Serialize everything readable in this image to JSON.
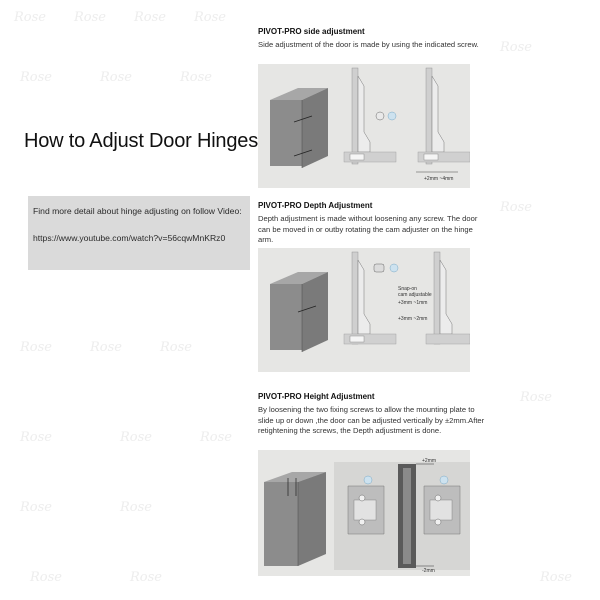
{
  "watermark_text": "Rose",
  "main_title": "How to Adjust Door Hinges?",
  "video_info": {
    "prompt": "Find more detail about hinge adjusting on follow Video:",
    "url": "https://www.youtube.com/watch?v=56cqwMnKRz0"
  },
  "sections": [
    {
      "heading": "PIVOT-PRO side adjustment",
      "description": "Side adjustment of the door is made by using the indicated screw.",
      "labels": [
        "+2mm ~4mm"
      ]
    },
    {
      "heading": "PIVOT-PRO Depth Adjustment",
      "description": "Depth adjustment is made without loosening any screw. The door can be moved in or outby rotating the cam adjuster on the hinge arm.",
      "labels": [
        "Snap-on",
        "cam adjustable",
        "+3mm  ~1mm",
        "+3mm  ~2mm"
      ]
    },
    {
      "heading": "PIVOT-PRO Height Adjustment",
      "description": "By loosening the two fixing screws to allow the mounting plate to slide up or down ,the door can be adjusted vertically by ±2mm.After retightening the screws, the Depth adjustment is done.",
      "labels": [
        "+2mm",
        "-2mm"
      ]
    }
  ],
  "colors": {
    "panel_bg": "#e6e6e4",
    "cabinet": "#8c8c8c",
    "hinge_plate": "#b5b5b5",
    "accent_blue": "#9ec6de",
    "info_box": "#dadada"
  }
}
